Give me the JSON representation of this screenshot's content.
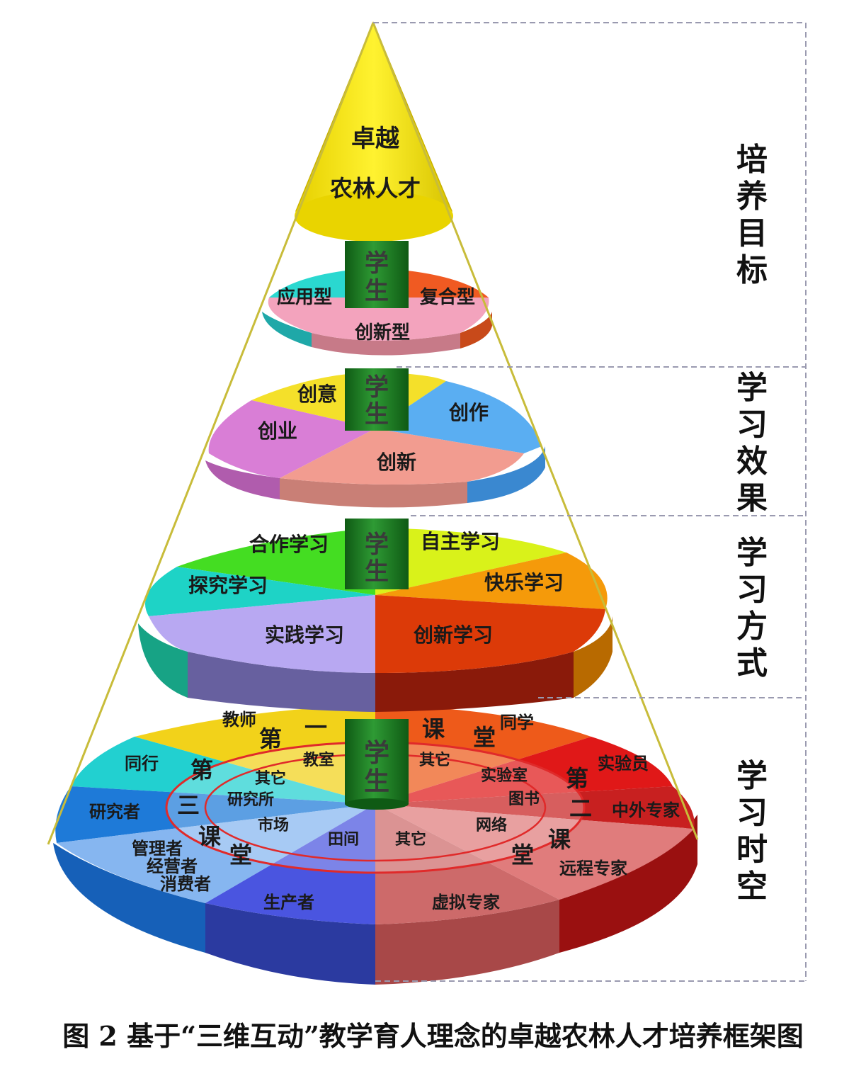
{
  "apex": {
    "line1": "卓越",
    "line2": "农林人才"
  },
  "stem_label": "学生",
  "layer1": {
    "left": "应用型",
    "right": "复合型",
    "front": "创新型"
  },
  "layer2": {
    "top": "创意",
    "left": "创业",
    "right": "创作",
    "front": "创新"
  },
  "layer3": {
    "top_left": "合作学习",
    "top_right": "自主学习",
    "left": "探究学习",
    "right": "快乐学习",
    "front_left": "实践学习",
    "front_right": "创新学习"
  },
  "layer4": {
    "outer": {
      "teacher": "教师",
      "classmate": "同学",
      "peer": "同行",
      "lab_staff": "实验员",
      "researcher": "研究者",
      "experts": "中外专家",
      "manager": "管理者",
      "operator": "经营者",
      "consumer": "消费者",
      "remote_expert": "远程专家",
      "producer": "生产者",
      "virtual_expert": "虚拟专家"
    },
    "inner": {
      "classroom": "教室",
      "other_1": "其它",
      "other_2": "其它",
      "lab": "实验室",
      "library": "图书",
      "institute": "研究所",
      "market": "市场",
      "network": "网络",
      "field": "田间",
      "other_3": "其它"
    },
    "ring": {
      "first_1": "第",
      "first_2": "一",
      "first_3": "课",
      "first_4": "堂",
      "second_1": "第",
      "second_2": "二",
      "second_3": "课",
      "second_4": "堂",
      "third_1": "第",
      "third_2": "三",
      "third_3": "课",
      "third_4": "堂"
    }
  },
  "side_labels": {
    "goal": [
      "培",
      "养",
      "目",
      "标"
    ],
    "effect": [
      "学",
      "习",
      "效",
      "果"
    ],
    "method": [
      "学",
      "习",
      "方",
      "式"
    ],
    "space": [
      "学",
      "习",
      "时",
      "空"
    ]
  },
  "caption": "图 2 基于“三维互动”教学育人理念的卓越农林人才培养框架图",
  "colors": {
    "cone": "#ffe600",
    "stem": "#1e7a24",
    "dash": "#9a9ab0"
  }
}
